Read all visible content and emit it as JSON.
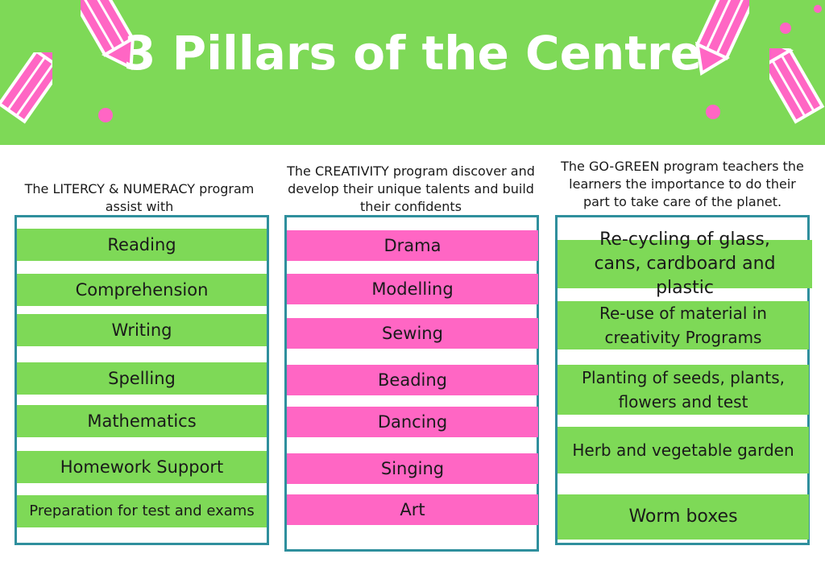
{
  "title": "3 Pillars of the Centre",
  "colors": {
    "banner": "#7ed957",
    "pink": "#ff66c4",
    "box_border": "#2f8f9d"
  },
  "columns": [
    {
      "intro": "The LITERCY & NUMERACY  program assist with",
      "items": [
        "Reading",
        "Comprehension",
        "Writing",
        "Spelling",
        "Mathematics",
        "Homework Support",
        "Preparation for test and exams"
      ]
    },
    {
      "intro": "The CREATIVITY program discover and develop their unique talents and build their  confidents",
      "items": [
        "Drama",
        "Modelling",
        "Sewing",
        "Beading",
        "Dancing",
        "Singing",
        "Art"
      ]
    },
    {
      "intro": "The GO-GREEN program teachers the learners the importance to do their part to take care of the planet.",
      "items": [
        "Re-cycling of glass, cans, cardboard and plastic",
        "Re-use of material in creativity Programs",
        "Planting of seeds, plants, flowers and test",
        "Herb and vegetable garden",
        "Worm boxes"
      ]
    }
  ],
  "decorations": [
    "pencil-icon",
    "pencil-icon",
    "pencil-icon",
    "pencil-icon",
    "dot",
    "dot",
    "dot",
    "dot"
  ]
}
